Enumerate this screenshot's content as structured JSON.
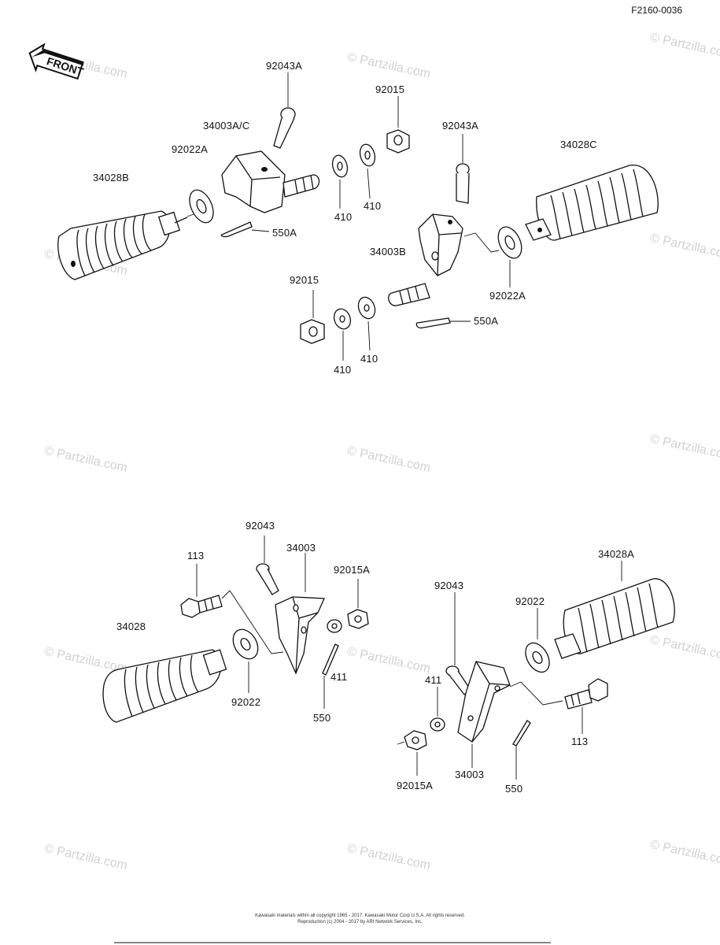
{
  "diagram": {
    "code": "F2160-0036",
    "front_badge": "FRONT",
    "watermark": "© Partzilla.com",
    "copyright_line1": "Kawasaki materials within all copyright 1965 - 2017. Kawasaki Motor Corp U.S.A. All rights reserved.",
    "copyright_line2": "Reproduction (c) 2004 - 2017 by ARI Network Services, Inc."
  },
  "labels": {
    "l_92043A_top": "92043A",
    "l_92015_top": "92015",
    "l_34003AC": "34003A/C",
    "l_92022A_left": "92022A",
    "l_34028B": "34028B",
    "l_550A_left": "550A",
    "l_410_a": "410",
    "l_410_b": "410",
    "l_92043A_right": "92043A",
    "l_34028C": "34028C",
    "l_34003B": "34003B",
    "l_92022A_right": "92022A",
    "l_92015_mid": "92015",
    "l_410_c": "410",
    "l_410_d": "410",
    "l_550A_right": "550A",
    "l_92043_bl": "92043",
    "l_34003_bl": "34003",
    "l_113_bl": "113",
    "l_92015A_bl": "92015A",
    "l_34028_bl": "34028",
    "l_92022_bl": "92022",
    "l_411_bl": "411",
    "l_550_bl": "550",
    "l_34028A": "34028A",
    "l_92043_br": "92043",
    "l_92022_br": "92022",
    "l_411_br": "411",
    "l_113_br": "113",
    "l_34003_br": "34003",
    "l_92015A_br": "92015A",
    "l_550_br": "550"
  }
}
